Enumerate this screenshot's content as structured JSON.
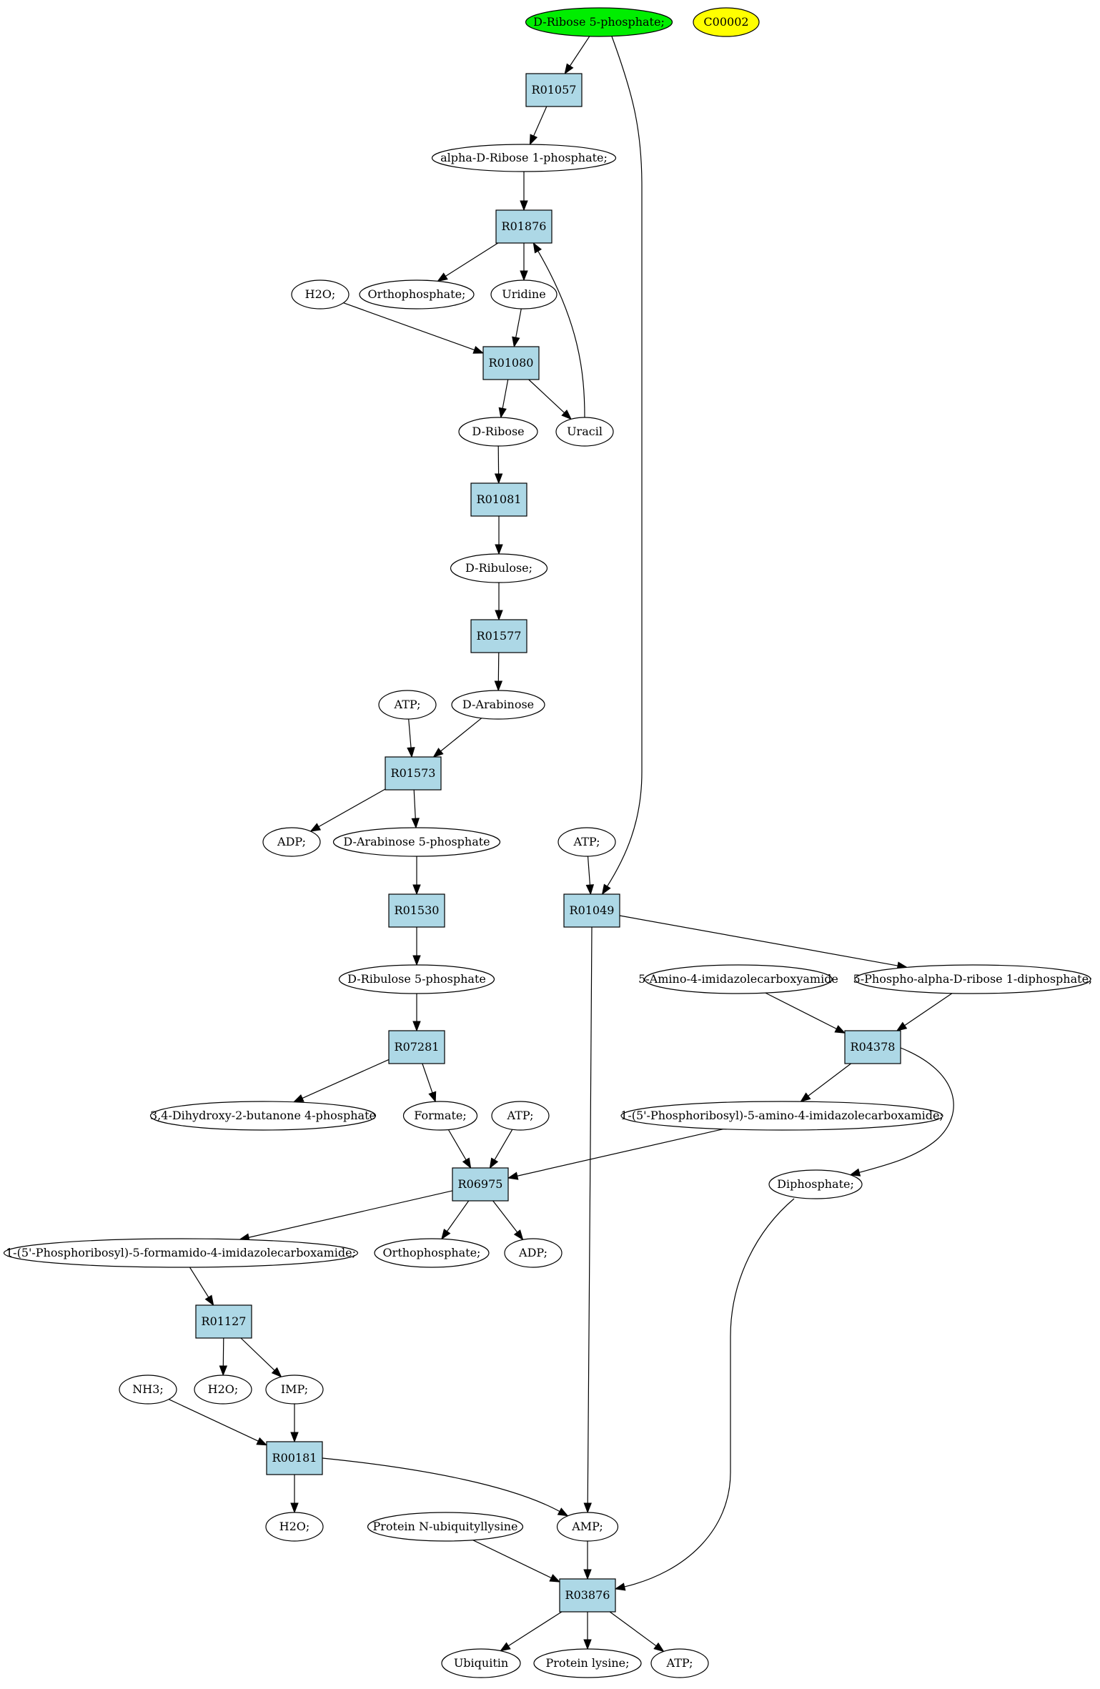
{
  "colors": {
    "start": "#00ee00",
    "compound_id": "#ffff00",
    "reaction": "#add8e6",
    "compound": "#ffffff",
    "stroke": "#000000"
  },
  "nodes": [
    {
      "id": "rib5p",
      "label": "D-Ribose 5-phosphate;",
      "type": "start"
    },
    {
      "id": "c00002",
      "label": "C00002",
      "type": "compound_id"
    },
    {
      "id": "R01057",
      "label": "R01057",
      "type": "reaction"
    },
    {
      "id": "ar1p",
      "label": "alpha-D-Ribose 1-phosphate;",
      "type": "compound"
    },
    {
      "id": "R01876",
      "label": "R01876",
      "type": "reaction"
    },
    {
      "id": "h2o_1",
      "label": "H2O;",
      "type": "compound"
    },
    {
      "id": "pi_1",
      "label": "Orthophosphate;",
      "type": "compound"
    },
    {
      "id": "uridine",
      "label": "Uridine",
      "type": "compound"
    },
    {
      "id": "R01080",
      "label": "R01080",
      "type": "reaction"
    },
    {
      "id": "dribose",
      "label": "D-Ribose",
      "type": "compound"
    },
    {
      "id": "uracil",
      "label": "Uracil",
      "type": "compound"
    },
    {
      "id": "R01081",
      "label": "R01081",
      "type": "reaction"
    },
    {
      "id": "dribulose",
      "label": "D-Ribulose;",
      "type": "compound"
    },
    {
      "id": "R01577",
      "label": "R01577",
      "type": "reaction"
    },
    {
      "id": "atp_1",
      "label": "ATP;",
      "type": "compound"
    },
    {
      "id": "darab",
      "label": "D-Arabinose",
      "type": "compound"
    },
    {
      "id": "R01573",
      "label": "R01573",
      "type": "reaction"
    },
    {
      "id": "adp_1",
      "label": "ADP;",
      "type": "compound"
    },
    {
      "id": "darab5p",
      "label": "D-Arabinose 5-phosphate",
      "type": "compound"
    },
    {
      "id": "atp_2",
      "label": "ATP;",
      "type": "compound"
    },
    {
      "id": "R01530",
      "label": "R01530",
      "type": "reaction"
    },
    {
      "id": "R01049",
      "label": "R01049",
      "type": "reaction"
    },
    {
      "id": "dribu5p",
      "label": "D-Ribulose 5-phosphate",
      "type": "compound"
    },
    {
      "id": "aica",
      "label": "5-Amino-4-imidazolecarboxyamide",
      "type": "compound"
    },
    {
      "id": "prpp",
      "label": "5-Phospho-alpha-D-ribose 1-diphosphate;",
      "type": "compound"
    },
    {
      "id": "R07281",
      "label": "R07281",
      "type": "reaction"
    },
    {
      "id": "R04378",
      "label": "R04378",
      "type": "reaction"
    },
    {
      "id": "dhbp",
      "label": "3,4-Dihydroxy-2-butanone 4-phosphate",
      "type": "compound"
    },
    {
      "id": "formate",
      "label": "Formate;",
      "type": "compound"
    },
    {
      "id": "atp_3",
      "label": "ATP;",
      "type": "compound"
    },
    {
      "id": "aicar",
      "label": "1-(5'-Phosphoribosyl)-5-amino-4-imidazolecarboxamide;",
      "type": "compound"
    },
    {
      "id": "R06975",
      "label": "R06975",
      "type": "reaction"
    },
    {
      "id": "ppi",
      "label": "Diphosphate;",
      "type": "compound"
    },
    {
      "id": "faicar",
      "label": "1-(5'-Phosphoribosyl)-5-formamido-4-imidazolecarboxamide;",
      "type": "compound"
    },
    {
      "id": "pi_2",
      "label": "Orthophosphate;",
      "type": "compound"
    },
    {
      "id": "adp_2",
      "label": "ADP;",
      "type": "compound"
    },
    {
      "id": "R01127",
      "label": "R01127",
      "type": "reaction"
    },
    {
      "id": "nh3",
      "label": "NH3;",
      "type": "compound"
    },
    {
      "id": "h2o_2",
      "label": "H2O;",
      "type": "compound"
    },
    {
      "id": "imp",
      "label": "IMP;",
      "type": "compound"
    },
    {
      "id": "R00181",
      "label": "R00181",
      "type": "reaction"
    },
    {
      "id": "h2o_3",
      "label": "H2O;",
      "type": "compound"
    },
    {
      "id": "protub",
      "label": "Protein N-ubiquityllysine",
      "type": "compound"
    },
    {
      "id": "amp",
      "label": "AMP;",
      "type": "compound"
    },
    {
      "id": "R03876",
      "label": "R03876",
      "type": "reaction"
    },
    {
      "id": "ubiquitin",
      "label": "Ubiquitin",
      "type": "compound"
    },
    {
      "id": "protlys",
      "label": "Protein lysine;",
      "type": "compound"
    },
    {
      "id": "atp_4",
      "label": "ATP;",
      "type": "compound"
    }
  ],
  "edges": [
    {
      "from": "rib5p",
      "to": "R01057"
    },
    {
      "from": "rib5p",
      "to": "R01049"
    },
    {
      "from": "R01057",
      "to": "ar1p"
    },
    {
      "from": "ar1p",
      "to": "R01876"
    },
    {
      "from": "R01876",
      "to": "pi_1"
    },
    {
      "from": "R01876",
      "to": "uridine"
    },
    {
      "from": "uracil",
      "to": "R01876"
    },
    {
      "from": "h2o_1",
      "to": "R01080"
    },
    {
      "from": "uridine",
      "to": "R01080"
    },
    {
      "from": "R01080",
      "to": "dribose"
    },
    {
      "from": "R01080",
      "to": "uracil"
    },
    {
      "from": "dribose",
      "to": "R01081"
    },
    {
      "from": "R01081",
      "to": "dribulose"
    },
    {
      "from": "dribulose",
      "to": "R01577"
    },
    {
      "from": "R01577",
      "to": "darab"
    },
    {
      "from": "atp_1",
      "to": "R01573"
    },
    {
      "from": "darab",
      "to": "R01573"
    },
    {
      "from": "R01573",
      "to": "adp_1"
    },
    {
      "from": "R01573",
      "to": "darab5p"
    },
    {
      "from": "darab5p",
      "to": "R01530"
    },
    {
      "from": "atp_2",
      "to": "R01049"
    },
    {
      "from": "R01530",
      "to": "dribu5p"
    },
    {
      "from": "R01049",
      "to": "prpp"
    },
    {
      "from": "R01049",
      "to": "amp"
    },
    {
      "from": "dribu5p",
      "to": "R07281"
    },
    {
      "from": "aica",
      "to": "R04378"
    },
    {
      "from": "prpp",
      "to": "R04378"
    },
    {
      "from": "R07281",
      "to": "dhbp"
    },
    {
      "from": "R07281",
      "to": "formate"
    },
    {
      "from": "R04378",
      "to": "aicar"
    },
    {
      "from": "R04378",
      "to": "ppi"
    },
    {
      "from": "formate",
      "to": "R06975"
    },
    {
      "from": "atp_3",
      "to": "R06975"
    },
    {
      "from": "aicar",
      "to": "R06975"
    },
    {
      "from": "R06975",
      "to": "faicar"
    },
    {
      "from": "R06975",
      "to": "pi_2"
    },
    {
      "from": "R06975",
      "to": "adp_2"
    },
    {
      "from": "faicar",
      "to": "R01127"
    },
    {
      "from": "R01127",
      "to": "h2o_2"
    },
    {
      "from": "R01127",
      "to": "imp"
    },
    {
      "from": "nh3",
      "to": "R00181"
    },
    {
      "from": "imp",
      "to": "R00181"
    },
    {
      "from": "R00181",
      "to": "h2o_3"
    },
    {
      "from": "R00181",
      "to": "amp"
    },
    {
      "from": "protub",
      "to": "R03876"
    },
    {
      "from": "amp",
      "to": "R03876"
    },
    {
      "from": "ppi",
      "to": "R03876"
    },
    {
      "from": "R03876",
      "to": "ubiquitin"
    },
    {
      "from": "R03876",
      "to": "protlys"
    },
    {
      "from": "R03876",
      "to": "atp_4"
    }
  ]
}
